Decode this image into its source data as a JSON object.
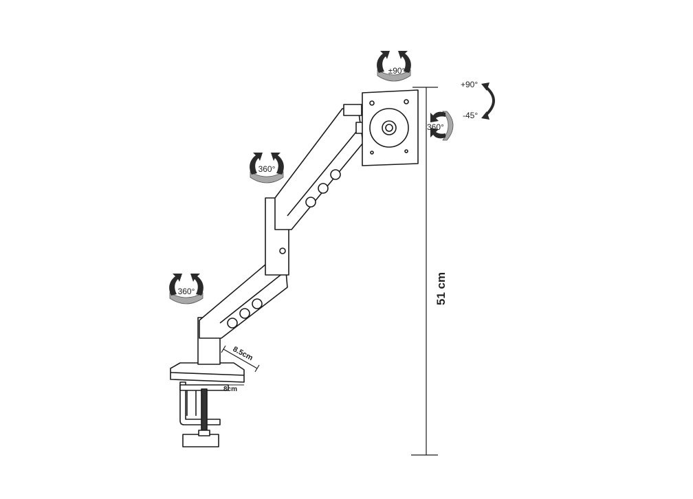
{
  "labels": {
    "base_rotation": "360°",
    "elbow_rotation": "360°",
    "head_swivel": "±90°",
    "plate_rotation": "360°",
    "tilt_up": "+90°",
    "tilt_down": "-45°",
    "pole_offset": "8.5cm",
    "clamp_depth": "8cm",
    "height": "51 cm"
  },
  "colors": {
    "line": "#1a1a1a",
    "band": "#a8a8a8",
    "arrow": "#2a2a2a"
  }
}
